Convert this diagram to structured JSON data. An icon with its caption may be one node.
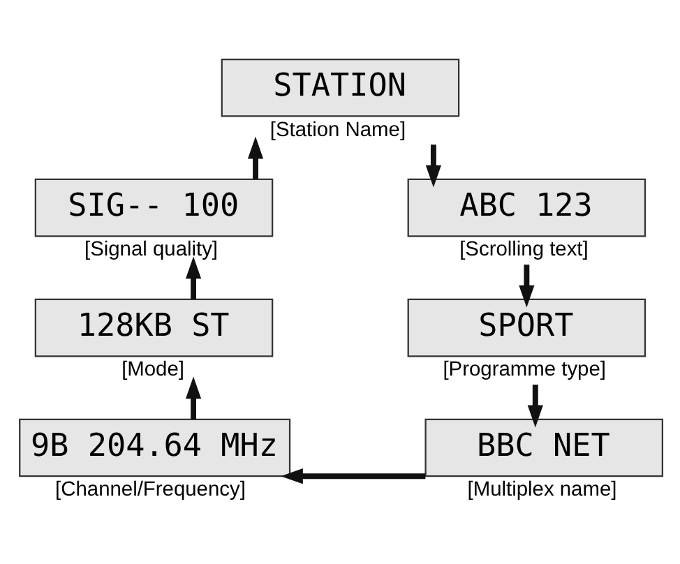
{
  "diagram": {
    "nodes": [
      {
        "text": [
          "STATION",
          "[Station Name]"
        ]
      },
      {
        "text": [
          "SIG-- 100",
          "[Signal quality]"
        ]
      },
      {
        "text": [
          "ABC 123",
          "[Scrolling text]"
        ]
      },
      {
        "text": [
          "128KB ST",
          "[Mode]"
        ]
      },
      {
        "text": [
          "SPORT",
          "[Programme type]"
        ]
      },
      {
        "text": [
          "9B 204.64 MHz",
          "[Channel/Frequency]"
        ]
      },
      {
        "text": [
          "BBC NET",
          "[Multiplex name]"
        ]
      }
    ],
    "edges": [
      {
        "from": 0,
        "to": 2,
        "arrow": "to"
      },
      {
        "from": 2,
        "to": 4,
        "arrow": "to"
      },
      {
        "from": 4,
        "to": 6,
        "arrow": "to"
      },
      {
        "from": 6,
        "to": 5,
        "arrow": "to"
      },
      {
        "from": 5,
        "to": 3,
        "arrow": "to"
      },
      {
        "from": 3,
        "to": 1,
        "arrow": "to"
      },
      {
        "from": 1,
        "to": 0,
        "arrow": "to"
      }
    ]
  }
}
